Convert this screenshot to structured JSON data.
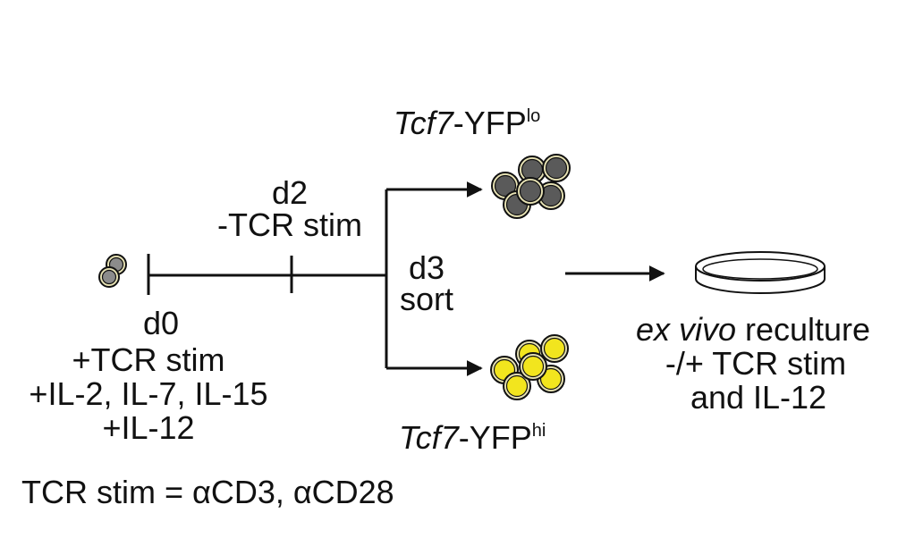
{
  "day0": {
    "label": "d0",
    "lines": [
      "+TCR stim",
      "+IL-2, IL-7, IL-15",
      "+IL-12"
    ]
  },
  "day2": {
    "label": "d2",
    "line": "-TCR stim"
  },
  "day3": {
    "label": "d3",
    "line": "sort"
  },
  "yfp_lo": {
    "gene": "Tcf7",
    "suffix": "-YFP",
    "sup": "lo",
    "color": "#5a5a5a"
  },
  "yfp_hi": {
    "gene": "Tcf7",
    "suffix": "-YFP",
    "sup": "hi",
    "color": "#f2e51e"
  },
  "reculture": {
    "line1_italic": "ex vivo",
    "line1_rest": " reculture",
    "line2": "-/+ TCR stim",
    "line3": "and IL-12"
  },
  "footnote": "TCR stim = αCD3, αCD28",
  "colors": {
    "start_cells": "#8c8c8c",
    "ring": "#e8e3b5",
    "line": "#111111"
  }
}
